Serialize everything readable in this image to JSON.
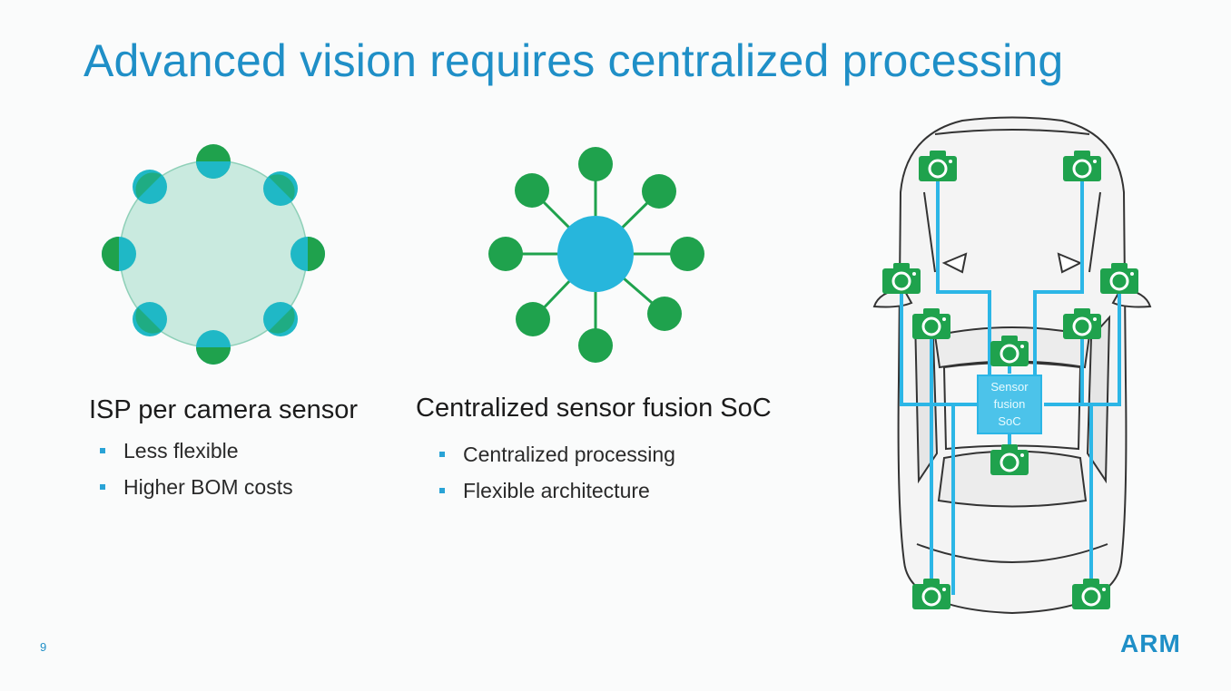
{
  "slide": {
    "title": "Advanced vision requires centralized processing",
    "page_number": "9",
    "logo_text": "ARM"
  },
  "sections": [
    {
      "heading": "ISP per camera sensor",
      "bullets": [
        "Less flexible",
        "Higher BOM costs"
      ]
    },
    {
      "heading": "Centralized sensor fusion SoC",
      "bullets": [
        "Centralized processing",
        "Flexible architecture"
      ]
    }
  ],
  "car_diagram": {
    "soc_label_lines": [
      "Sensor",
      "fusion",
      "SoC"
    ]
  },
  "colors": {
    "title_blue": "#1f8fc7",
    "node_green": "#1fa24d",
    "node_teal": "#1fb8c6",
    "hub_blue": "#27b6dc",
    "wire_cyan": "#2cb6e6",
    "ring_fill": "#c9eadf"
  }
}
